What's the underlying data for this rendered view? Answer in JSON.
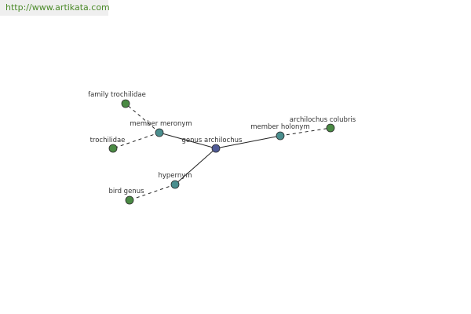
{
  "site": {
    "url": "http://www.artikata.com"
  },
  "colors": {
    "center_node": "#4f5a96",
    "relation_node": "#4a8e8e",
    "leaf_node": "#4a8a44",
    "node_stroke": "#2a2a2a",
    "edge": "#222222",
    "url_text": "#4a8a28"
  },
  "graph": {
    "center": {
      "id": "center",
      "label": "genus archilochus",
      "kind": "center"
    },
    "relations": [
      {
        "id": "member-meronym",
        "label": "member meronym",
        "kind": "relation"
      },
      {
        "id": "member-holonym",
        "label": "member holonym",
        "kind": "relation"
      },
      {
        "id": "hypernym",
        "label": "hypernym",
        "kind": "relation"
      }
    ],
    "leaves": [
      {
        "id": "family-trochilidae",
        "label": "family trochilidae",
        "relation": "member-meronym",
        "kind": "leaf"
      },
      {
        "id": "trochilidae",
        "label": "trochilidae",
        "relation": "member-meronym",
        "kind": "leaf"
      },
      {
        "id": "archilochus-colubris",
        "label": "archilochus colubris",
        "relation": "member-holonym",
        "kind": "leaf"
      },
      {
        "id": "bird-genus",
        "label": "bird genus",
        "relation": "hypernym",
        "kind": "leaf"
      }
    ]
  }
}
